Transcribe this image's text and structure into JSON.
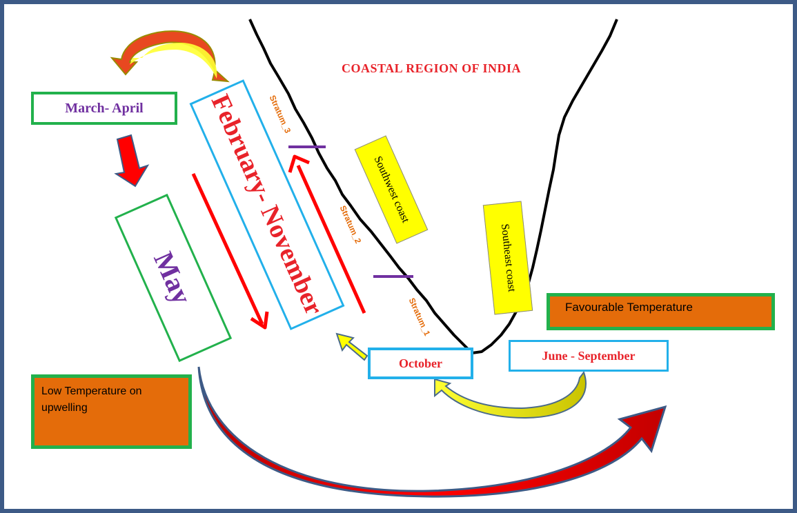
{
  "title": "COASTAL REGION OF INDIA",
  "months": {
    "march_april": "March- April",
    "may": "May",
    "feb_nov": "February- November",
    "october": "October",
    "june_sept": "June - September"
  },
  "coasts": {
    "southwest": "Southwest coast",
    "southeast": "Southeast coast"
  },
  "strata": {
    "s3": "Stratum_3",
    "s2": "Stratum_2",
    "s1": "Stratum_1"
  },
  "notes": {
    "favourable": "Favourable Temperature",
    "low_temp": "Low Temperature on upwelling"
  },
  "colors": {
    "frame": "#3d5a86",
    "title_red": "#e8232a",
    "month_purple": "#7030a0",
    "green_border": "#22b14c",
    "blue_border": "#22b0ea",
    "yellow_fill": "#ffff00",
    "orange_fill": "#e46c0a",
    "stratum_text": "#e46c0a",
    "arrow_red": "#ff0000"
  }
}
